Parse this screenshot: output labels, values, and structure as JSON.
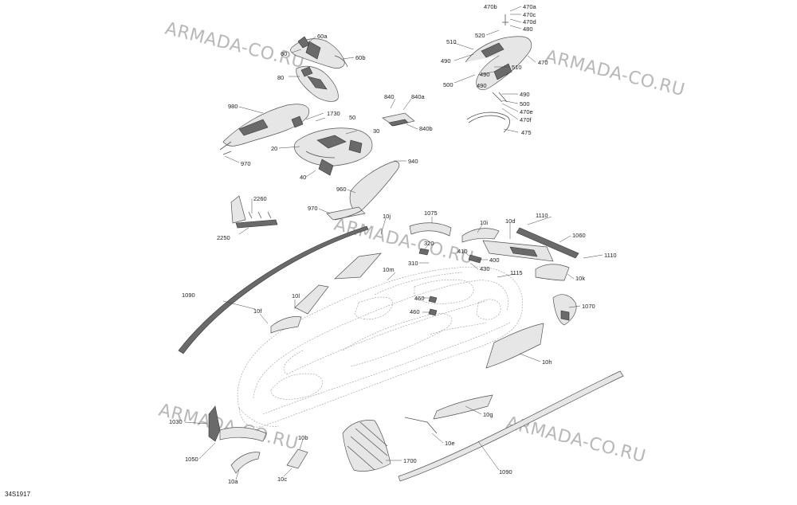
{
  "diagram_code": "34S1917",
  "watermark_text": "ARMADA-CO.RU",
  "callouts": {
    "c470b": "470b",
    "c470a": "470a",
    "c470c": "470c",
    "c470d": "470d",
    "c480": "480",
    "c520": "520",
    "c510a": "510",
    "c490a": "490",
    "c470": "470",
    "c510b": "510",
    "c490b": "490",
    "c500a": "500",
    "c490c": "490",
    "c490d": "490",
    "c500b": "500",
    "c470e": "470e",
    "c470f": "470f",
    "c475": "475",
    "c60a": "60a",
    "c60": "60",
    "c60b": "60b",
    "c80": "80",
    "c980": "980",
    "c1730": "1730",
    "c50": "50",
    "c30": "30",
    "c20": "20",
    "c40": "40",
    "c970a": "970",
    "c840": "840",
    "c840a": "840a",
    "c840b": "840b",
    "c940": "940",
    "c960": "960",
    "c970b": "970",
    "c2260": "2260",
    "c2250": "2250",
    "c10j": "10j",
    "c1075": "1075",
    "c10i": "10i",
    "c10d": "10d",
    "c1110a": "1110",
    "c1060": "1060",
    "c1110b": "1110",
    "c320": "320",
    "c410": "410",
    "c310": "310",
    "c400": "400",
    "c430": "430",
    "c1115": "1115",
    "c10k": "10k",
    "c10m": "10m",
    "c1090a": "1090",
    "c10l": "10l",
    "c10f": "10f",
    "c460a": "460",
    "c460b": "460",
    "c1070": "1070",
    "c10h": "10h",
    "c10g": "10g",
    "c10e": "10e",
    "c1030": "1030",
    "c1050": "1050",
    "c10b": "10b",
    "c10a": "10a",
    "c10c": "10c",
    "c1700": "1700",
    "c1090b": "1090"
  }
}
